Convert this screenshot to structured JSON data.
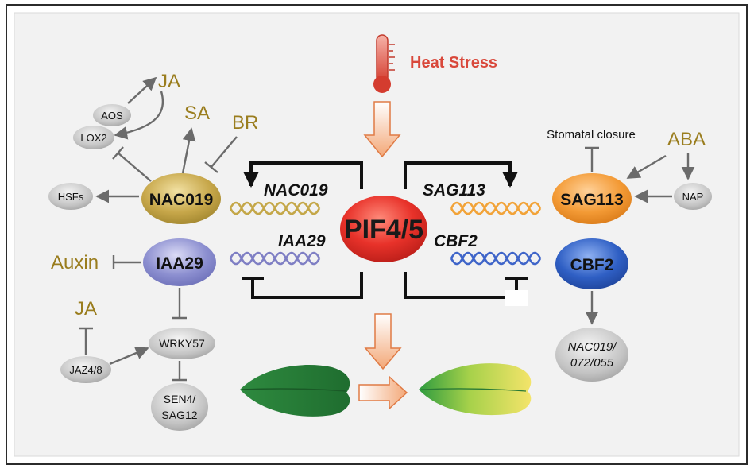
{
  "colors": {
    "hormone": "#9a7d1e",
    "heat": "#d9483b",
    "pif": "#e8322a",
    "nac019_node": "#c7a74a",
    "sag113_node": "#f39a35",
    "iaa29_node": "#8c8fd0",
    "cbf2_node": "#2f5fc4",
    "gray_node": "#bdbdbd",
    "helix_gold": "#c4a748",
    "helix_orange": "#f2a338",
    "helix_purple": "#7f7fc4",
    "helix_blue": "#3f65c9",
    "edge": "#6b6b6b"
  },
  "heat_stress": {
    "label": "Heat Stress",
    "icon": "thermometer-icon"
  },
  "center": {
    "label": "PIF4/5"
  },
  "genes": {
    "nac019": "NAC019",
    "sag113": "SAG113",
    "iaa29": "IAA29",
    "cbf2": "CBF2"
  },
  "nodes": {
    "nac019": "NAC019",
    "sag113": "SAG113",
    "iaa29": "IAA29",
    "cbf2": "CBF2",
    "hsfs": "HSFs",
    "aos": "AOS",
    "lox2": "LOX2",
    "wrky57": "WRKY57",
    "jaz48": "JAZ4/8",
    "sen4_line1": "SEN4/",
    "sen4_line2": "SAG12",
    "nap": "NAP",
    "nac_targets_line1": "NAC019/",
    "nac_targets_line2": "072/055"
  },
  "hormones": {
    "ja_top": "JA",
    "sa": "SA",
    "br": "BR",
    "aba": "ABA",
    "auxin": "Auxin",
    "ja_bottom": "JA"
  },
  "labels": {
    "stomatal_closure": "Stomatal closure"
  },
  "leaves": {
    "green": "green-leaf-icon",
    "senescent": "senescent-leaf-icon"
  }
}
